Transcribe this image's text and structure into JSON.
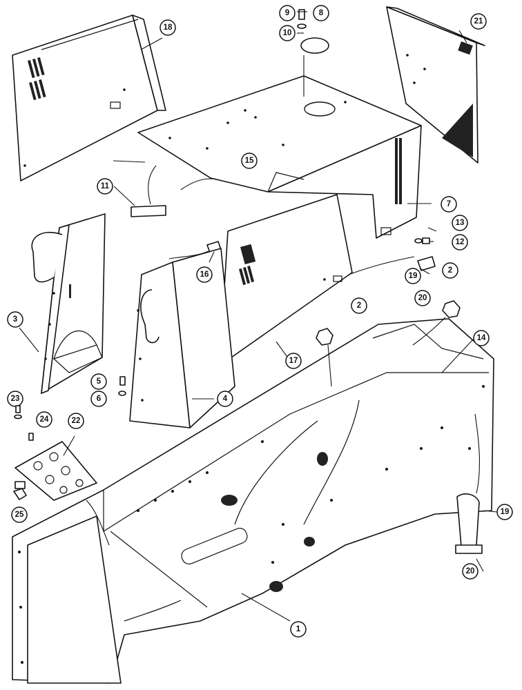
{
  "diagram": {
    "callouts": [
      {
        "id": "c-1",
        "label": "1"
      },
      {
        "id": "c-2a",
        "label": "2"
      },
      {
        "id": "c-2b",
        "label": "2"
      },
      {
        "id": "c-3",
        "label": "3"
      },
      {
        "id": "c-4",
        "label": "4"
      },
      {
        "id": "c-5",
        "label": "5"
      },
      {
        "id": "c-6",
        "label": "6"
      },
      {
        "id": "c-7",
        "label": "7"
      },
      {
        "id": "c-8",
        "label": "8"
      },
      {
        "id": "c-9",
        "label": "9"
      },
      {
        "id": "c-10",
        "label": "10"
      },
      {
        "id": "c-11",
        "label": "11"
      },
      {
        "id": "c-12",
        "label": "12"
      },
      {
        "id": "c-13",
        "label": "13"
      },
      {
        "id": "c-14",
        "label": "14"
      },
      {
        "id": "c-15",
        "label": "15"
      },
      {
        "id": "c-16",
        "label": "16"
      },
      {
        "id": "c-17",
        "label": "17"
      },
      {
        "id": "c-18",
        "label": "18"
      },
      {
        "id": "c-19a",
        "label": "19"
      },
      {
        "id": "c-19b",
        "label": "19"
      },
      {
        "id": "c-20a",
        "label": "20"
      },
      {
        "id": "c-20b",
        "label": "20"
      },
      {
        "id": "c-21",
        "label": "21"
      },
      {
        "id": "c-22",
        "label": "22"
      },
      {
        "id": "c-23",
        "label": "23"
      },
      {
        "id": "c-24",
        "label": "24"
      },
      {
        "id": "c-25",
        "label": "25"
      }
    ]
  }
}
